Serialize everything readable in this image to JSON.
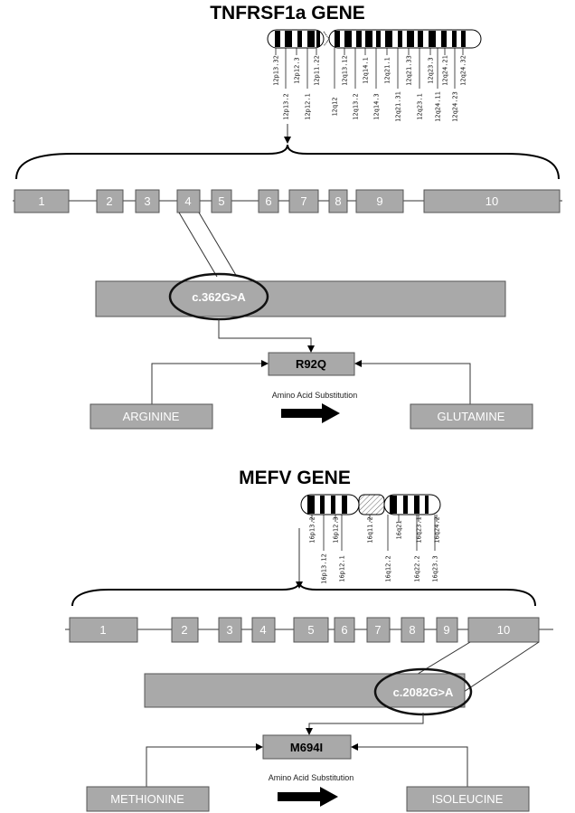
{
  "gene1": {
    "title": "TNFRSF1a GENE",
    "exons": [
      "1",
      "2",
      "3",
      "4",
      "5",
      "6",
      "7",
      "8",
      "9",
      "10"
    ],
    "mutation": "c.362G>A",
    "protein_change": "R92Q",
    "from_aa": "ARGININE",
    "to_aa": "GLUTAMINE",
    "substitution_label": "Amino Acid Substitution",
    "bands_top": [
      "12p13.32",
      "12p12.3",
      "12p11.22",
      "12q13.12",
      "12q14.1",
      "12q21.1",
      "12q21.33",
      "12q23.3",
      "12q24.21",
      "12q24.32"
    ],
    "bands_bottom": [
      "12p13.2",
      "12p12.1",
      "12q12",
      "12q13.2",
      "12q14.3",
      "12q21.31",
      "12q23.1",
      "12q24.11",
      "12q24.23"
    ]
  },
  "gene2": {
    "title": "MEFV GENE",
    "exons": [
      "1",
      "2",
      "3",
      "4",
      "5",
      "6",
      "7",
      "8",
      "9",
      "10"
    ],
    "mutation": "c.2082G>A",
    "protein_change": "M694I",
    "from_aa": "METHIONINE",
    "to_aa": "ISOLEUCINE",
    "substitution_label": "Amino Acid Substitution",
    "bands_top": [
      "16p13.2",
      "16p12.3",
      "16q11.2",
      "16q21",
      "16q23.1",
      "16q24.2"
    ],
    "bands_bottom": [
      "16p13.12",
      "16p12.1",
      "16q12.2",
      "16q22.2",
      "16q23.3"
    ]
  },
  "colors": {
    "box": "#a9a9a9",
    "outline": "#555555",
    "text_on_box": "#ffffff"
  }
}
